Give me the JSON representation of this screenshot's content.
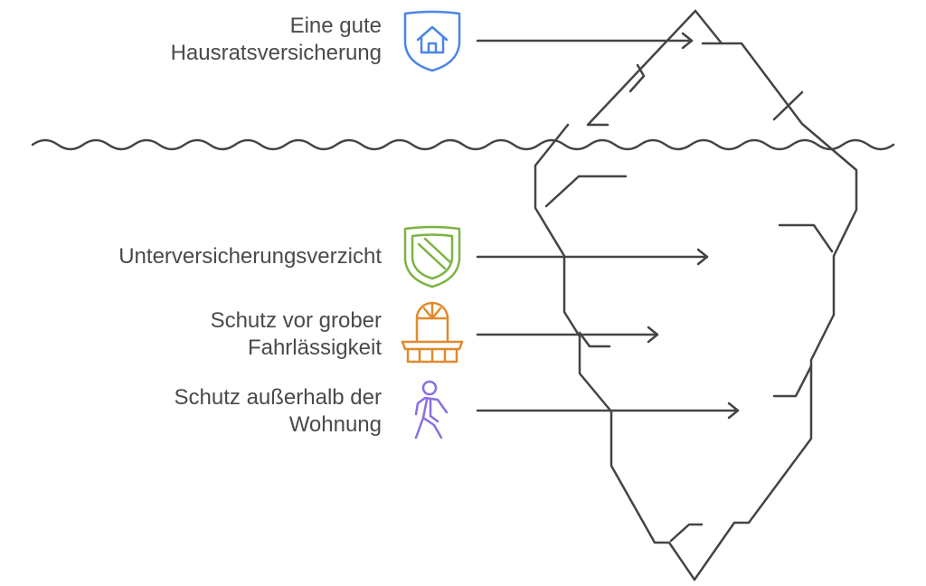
{
  "items": [
    {
      "lines": [
        "Eine gute",
        "Hausratsversicherung"
      ],
      "icon": "house-shield-icon",
      "color": "#4a86e8"
    },
    {
      "lines": [
        "Unterversicherungsverzicht"
      ],
      "icon": "shield-icon",
      "color": "#7cb342"
    },
    {
      "lines": [
        "Schutz vor grober",
        "Fahrlässigkeit"
      ],
      "icon": "railing-arch-icon",
      "color": "#e08a2c"
    },
    {
      "lines": [
        "Schutz außerhalb der",
        "Wohnung"
      ],
      "icon": "walking-person-icon",
      "color": "#8b6ee0"
    }
  ],
  "colors": {
    "line": "#444444"
  }
}
